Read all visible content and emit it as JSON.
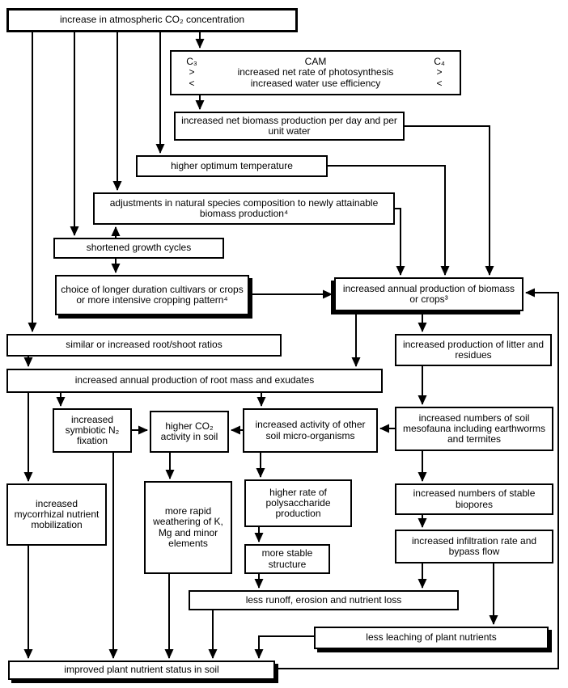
{
  "colors": {
    "background": "#ffffff",
    "line": "#000000",
    "box_fill": "#ffffff"
  },
  "nodes": {
    "top_co2": {
      "text": "increase in atmospheric CO₂ concentration"
    },
    "cam": {
      "c3": "C₃",
      "title": "CAM",
      "c4": "C₄",
      "gt": ">",
      "lt": "<",
      "line_photosynthesis": "increased net rate of photosynthesis",
      "line_water": "increased water use efficiency"
    },
    "biomass_day": {
      "text": "increased net biomass production per day and per unit water"
    },
    "optimum": {
      "text": "higher optimum temperature"
    },
    "adjustments": {
      "text": "adjustments in natural species composition to newly attainable biomass production⁴"
    },
    "shortened": {
      "text": "shortened growth cycles"
    },
    "choice": {
      "text": "choice of longer duration cultivars or crops or more intensive cropping pattern⁴"
    },
    "biomass_crops": {
      "text": "increased annual production of biomass or crops³"
    },
    "root_shoot": {
      "text": "similar or increased root/shoot ratios"
    },
    "root_mass": {
      "text": "increased annual production of root mass and exudates"
    },
    "litter": {
      "text": "increased production of litter and residues"
    },
    "n2": {
      "text": "increased symbiotic N₂ fixation"
    },
    "co2_soil": {
      "text": "higher CO₂ activity in soil"
    },
    "microorg": {
      "text": "increased activity of other soil micro-organisms"
    },
    "mesofauna": {
      "text": "increased numbers of soil mesofauna including earthworms and termites"
    },
    "mycorrhizal": {
      "text": "increased mycorrhizal nutrient mobilization"
    },
    "weathering": {
      "text": "more rapid weathering of K, Mg and minor elements"
    },
    "polysaccharide": {
      "text": "higher rate of polysaccharide production"
    },
    "more_stable": {
      "text": "more stable structure"
    },
    "biopores": {
      "text": "increased numbers of stable biopores"
    },
    "infiltration": {
      "text": "increased infiltration rate and bypass flow"
    },
    "runoff": {
      "text": "less runoff, erosion and nutrient loss"
    },
    "leaching": {
      "text": "less leaching of plant nutrients"
    },
    "improved": {
      "text": "improved plant nutrient status in soil"
    }
  },
  "edges": [
    {
      "from": "top_co2",
      "to": "cam"
    },
    {
      "from": "top_co2",
      "to": "optimum"
    },
    {
      "from": "top_co2",
      "to": "adjustments"
    },
    {
      "from": "top_co2",
      "to": "shortened"
    },
    {
      "from": "top_co2",
      "to": "root_shoot"
    },
    {
      "from": "cam",
      "to": "biomass_day"
    },
    {
      "from": "biomass_day",
      "to": "biomass_crops"
    },
    {
      "from": "optimum",
      "to": "biomass_crops"
    },
    {
      "from": "adjustments",
      "to": "biomass_crops"
    },
    {
      "from": "shortened",
      "to": "adjustments"
    },
    {
      "from": "shortened",
      "to": "choice"
    },
    {
      "from": "choice",
      "to": "biomass_crops"
    },
    {
      "from": "biomass_crops",
      "to": "root_mass"
    },
    {
      "from": "biomass_crops",
      "to": "litter"
    },
    {
      "from": "root_shoot",
      "to": "root_mass"
    },
    {
      "from": "root_mass",
      "to": "mycorrhizal"
    },
    {
      "from": "root_mass",
      "to": "n2"
    },
    {
      "from": "root_mass",
      "to": "microorg"
    },
    {
      "from": "litter",
      "to": "mesofauna"
    },
    {
      "from": "n2",
      "to": "co2_soil"
    },
    {
      "from": "microorg",
      "to": "co2_soil"
    },
    {
      "from": "mesofauna",
      "to": "microorg"
    },
    {
      "from": "co2_soil",
      "to": "weathering"
    },
    {
      "from": "microorg",
      "to": "polysaccharide"
    },
    {
      "from": "mesofauna",
      "to": "biopores"
    },
    {
      "from": "biopores",
      "to": "infiltration"
    },
    {
      "from": "n2",
      "to": "improved"
    },
    {
      "from": "mycorrhizal",
      "to": "improved"
    },
    {
      "from": "weathering",
      "to": "improved"
    },
    {
      "from": "polysaccharide",
      "to": "more_stable"
    },
    {
      "from": "more_stable",
      "to": "runoff"
    },
    {
      "from": "infiltration",
      "to": "runoff"
    },
    {
      "from": "infiltration",
      "to": "leaching"
    },
    {
      "from": "runoff",
      "to": "improved"
    },
    {
      "from": "leaching",
      "to": "improved"
    },
    {
      "from": "improved",
      "to": "biomass_crops"
    }
  ]
}
